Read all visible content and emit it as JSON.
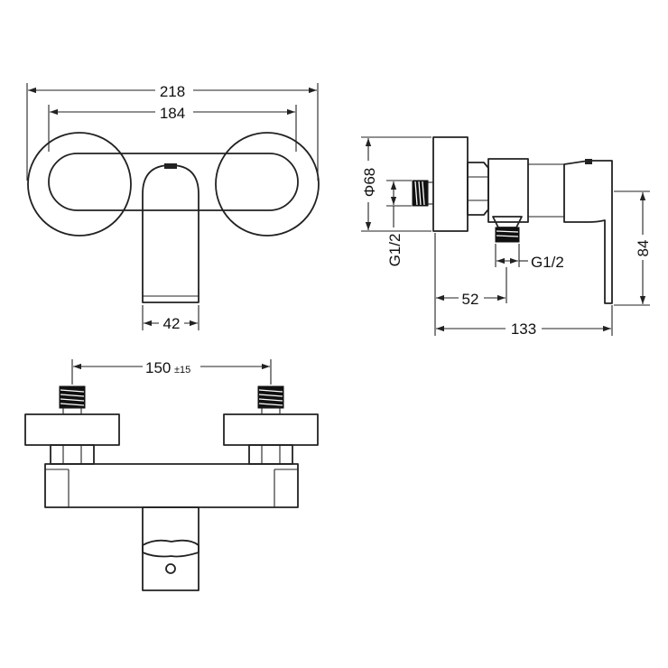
{
  "dimensions": {
    "overall_width": "218",
    "flange_span": "184",
    "spout_width": "42",
    "center_distance": "150",
    "center_tolerance": "±15",
    "flange_diameter": "Φ68",
    "inlet_thread": "G1/2",
    "outlet_thread": "G1/2",
    "wall_to_outlet": "52",
    "total_depth": "133",
    "lever_height": "84"
  }
}
